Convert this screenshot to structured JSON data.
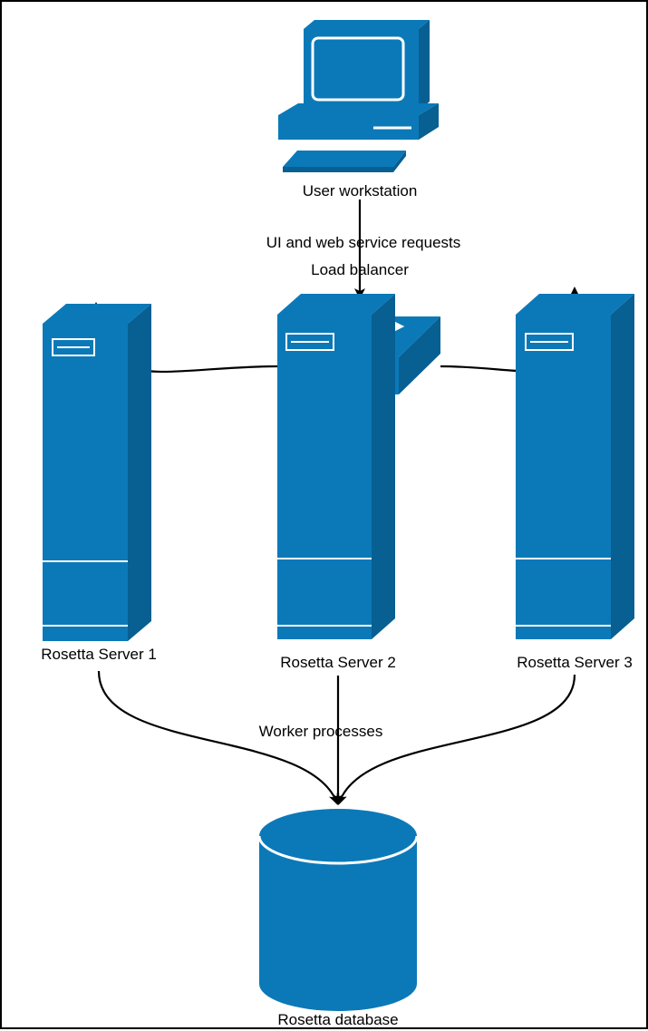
{
  "colors": {
    "icon_fill": "#0b79b8",
    "icon_dark": "#075f92",
    "icon_light": "#ffffff",
    "edge": "#000000",
    "background": "#ffffff"
  },
  "nodes": {
    "workstation": {
      "label": "User workstation",
      "icon": "desktop-computer-icon"
    },
    "load_balancer": {
      "label": "Load balancer",
      "icon": "network-switch-icon"
    },
    "server_1": {
      "label": "Rosetta Server 1",
      "icon": "tower-server-icon"
    },
    "server_2": {
      "label": "Rosetta Server 2",
      "icon": "tower-server-icon"
    },
    "server_3": {
      "label": "Rosetta Server 3",
      "icon": "tower-server-icon"
    },
    "database": {
      "label": "Rosetta database",
      "icon": "database-cylinder-icon"
    }
  },
  "edges": {
    "requests": {
      "label": "UI and web service requests"
    },
    "workers": {
      "label": "Worker processes"
    }
  }
}
